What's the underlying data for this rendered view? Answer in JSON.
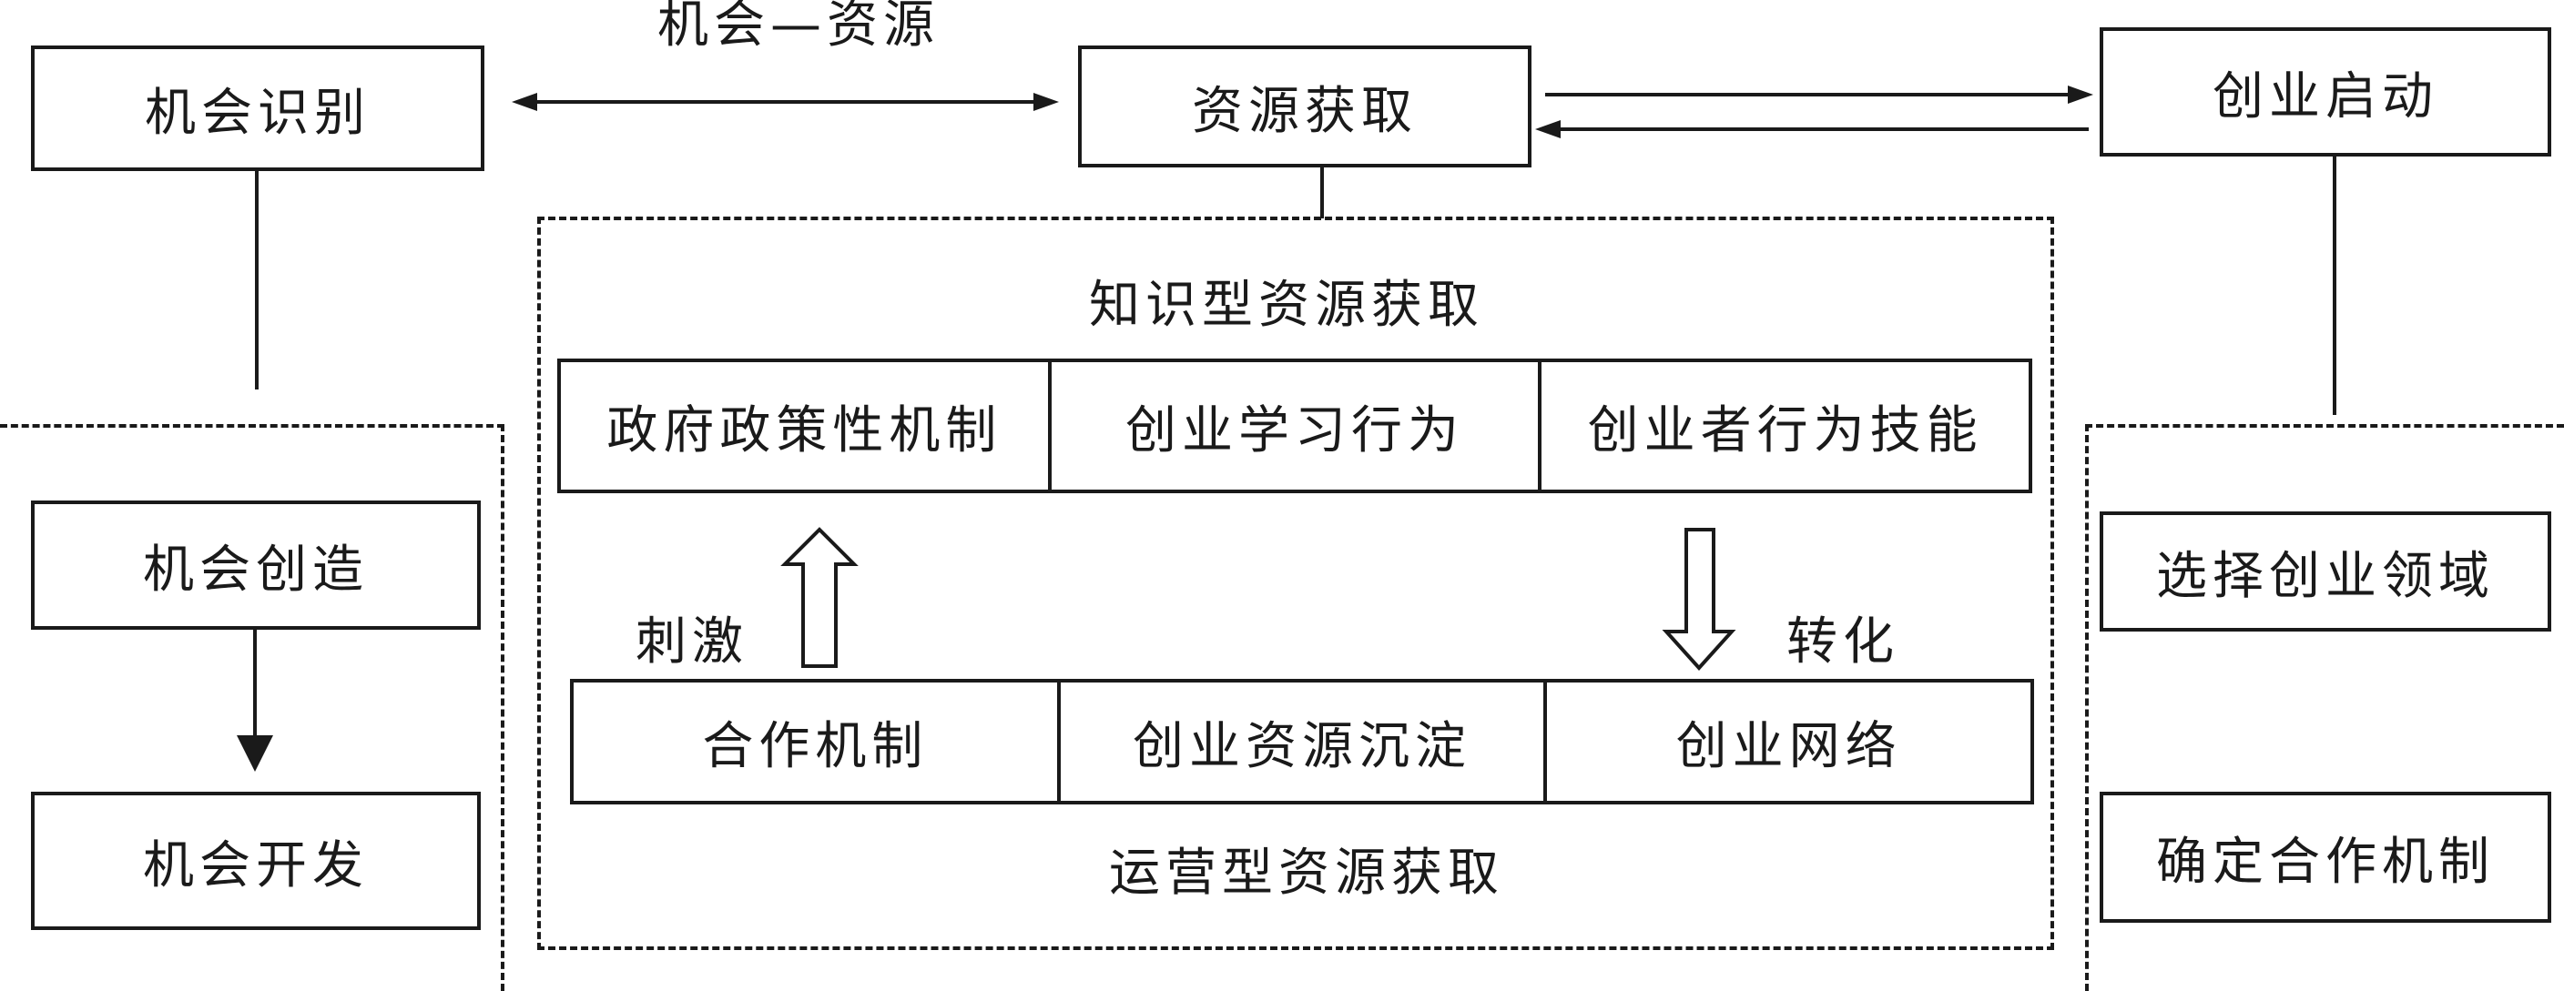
{
  "top": {
    "opportunity_identification": "机会识别",
    "opportunity_resource_label": "机会—资源",
    "resource_acquisition": "资源获取",
    "venture_startup": "创业启动"
  },
  "left": {
    "opportunity_creation": "机会创造",
    "opportunity_development": "机会开发"
  },
  "center": {
    "knowledge_title": "知识型资源获取",
    "knowledge_cells": [
      "政府政策性机制",
      "创业学习行为",
      "创业者行为技能"
    ],
    "stimulus_label": "刺激",
    "transform_label": "转化",
    "operational_cells": [
      "合作机制",
      "创业资源沉淀",
      "创业网络"
    ],
    "operational_title": "运营型资源获取"
  },
  "right": {
    "choose_field": "选择创业领域",
    "define_cooperation": "确定合作机制"
  }
}
